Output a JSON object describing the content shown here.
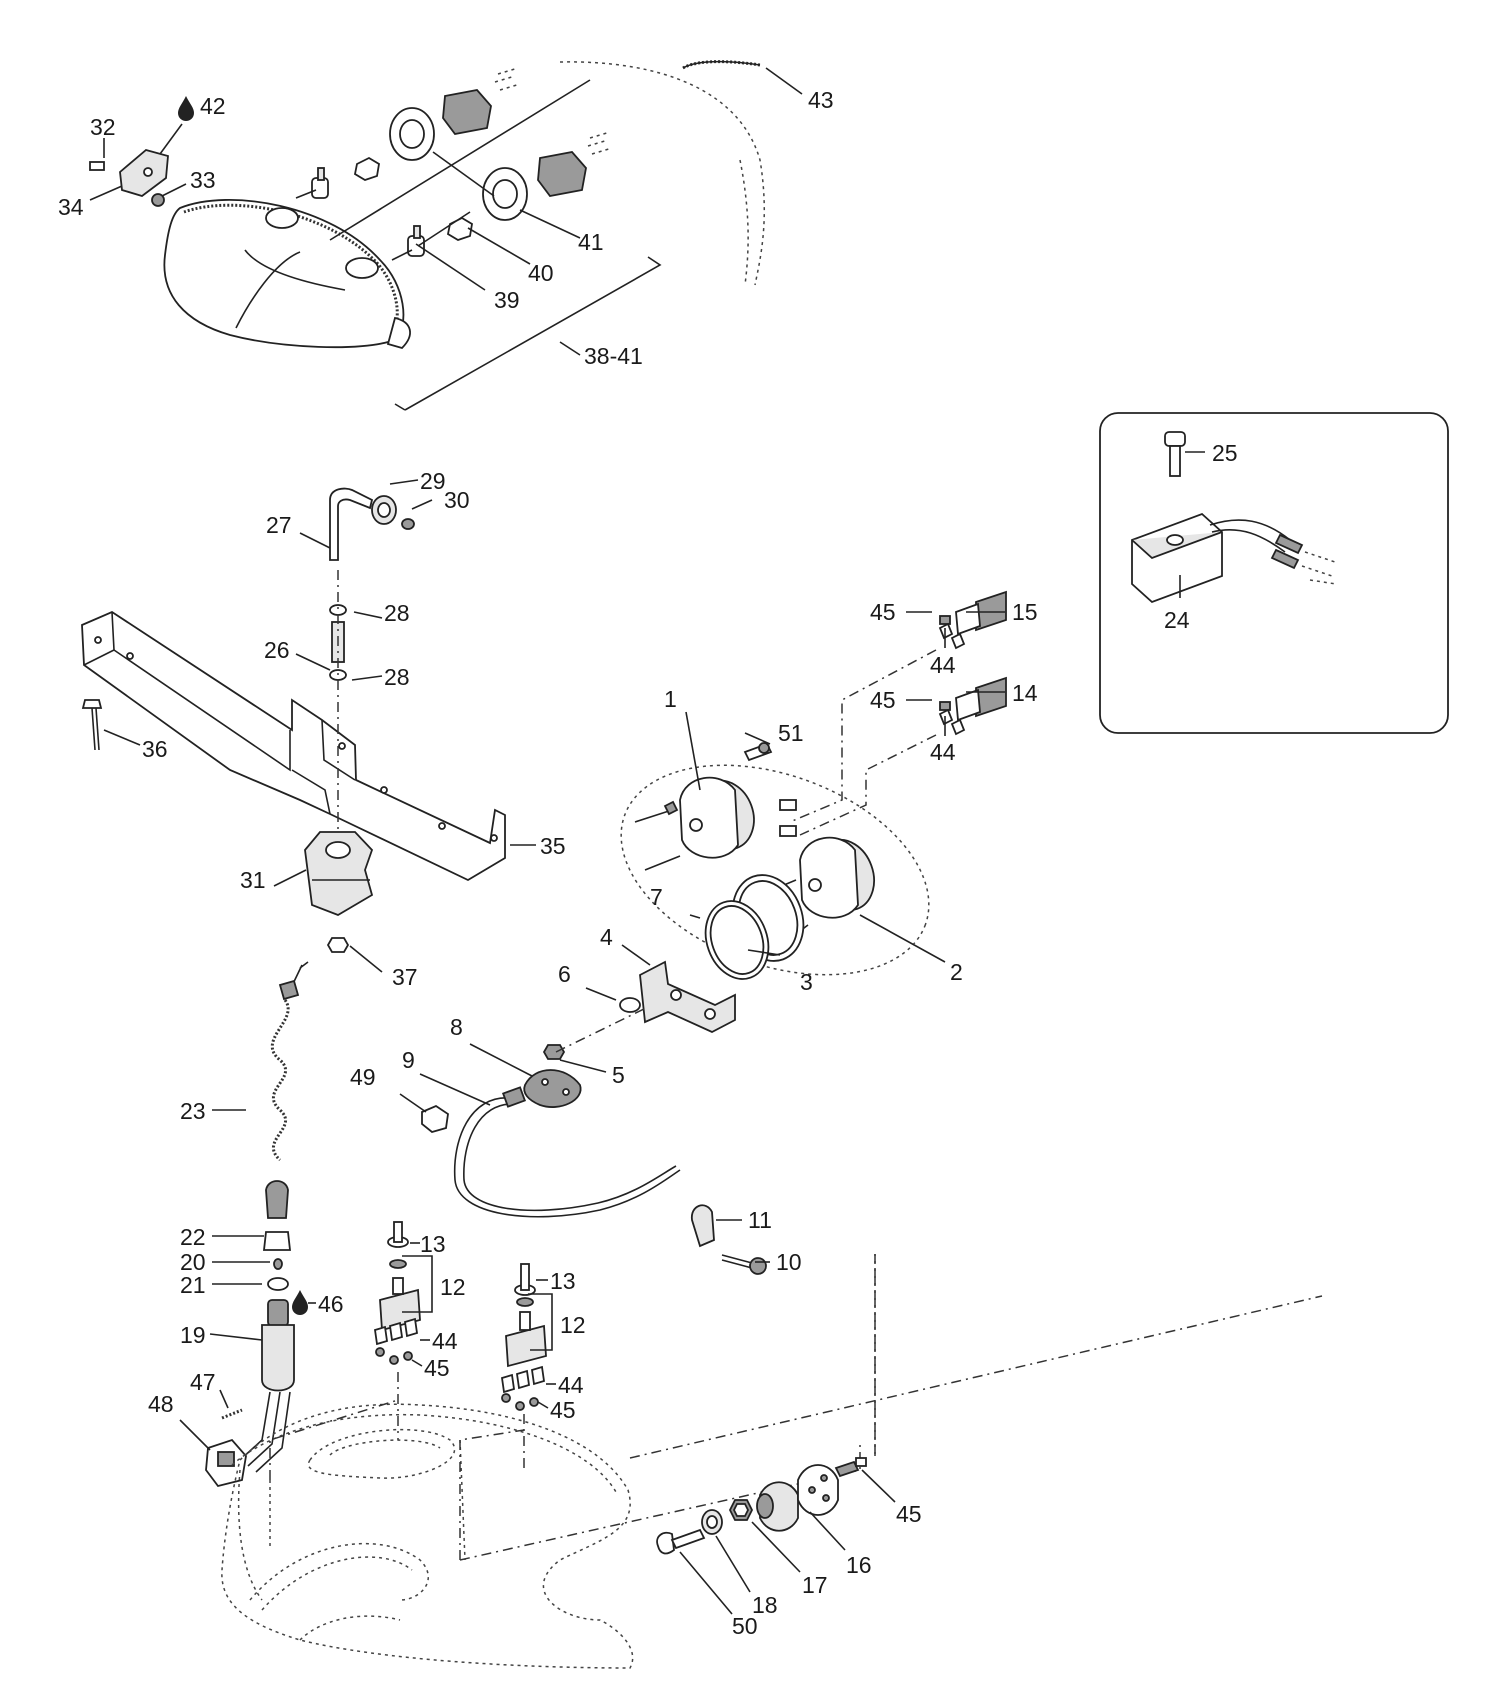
{
  "callouts": [
    {
      "id": "c1",
      "text": "1"
    },
    {
      "id": "c2",
      "text": "2"
    },
    {
      "id": "c3",
      "text": "3"
    },
    {
      "id": "c4",
      "text": "4"
    },
    {
      "id": "c5",
      "text": "5"
    },
    {
      "id": "c6",
      "text": "6"
    },
    {
      "id": "c7",
      "text": "7"
    },
    {
      "id": "c8",
      "text": "8"
    },
    {
      "id": "c9",
      "text": "9"
    },
    {
      "id": "c10",
      "text": "10"
    },
    {
      "id": "c11",
      "text": "11"
    },
    {
      "id": "c12a",
      "text": "12"
    },
    {
      "id": "c12b",
      "text": "12"
    },
    {
      "id": "c13a",
      "text": "13"
    },
    {
      "id": "c13b",
      "text": "13"
    },
    {
      "id": "c14",
      "text": "14"
    },
    {
      "id": "c15",
      "text": "15"
    },
    {
      "id": "c16",
      "text": "16"
    },
    {
      "id": "c17",
      "text": "17"
    },
    {
      "id": "c18",
      "text": "18"
    },
    {
      "id": "c19",
      "text": "19"
    },
    {
      "id": "c20",
      "text": "20"
    },
    {
      "id": "c21",
      "text": "21"
    },
    {
      "id": "c22",
      "text": "22"
    },
    {
      "id": "c23",
      "text": "23"
    },
    {
      "id": "c24",
      "text": "24"
    },
    {
      "id": "c25",
      "text": "25"
    },
    {
      "id": "c26",
      "text": "26"
    },
    {
      "id": "c27",
      "text": "27"
    },
    {
      "id": "c28a",
      "text": "28"
    },
    {
      "id": "c28b",
      "text": "28"
    },
    {
      "id": "c29",
      "text": "29"
    },
    {
      "id": "c30",
      "text": "30"
    },
    {
      "id": "c31",
      "text": "31"
    },
    {
      "id": "c32",
      "text": "32"
    },
    {
      "id": "c33",
      "text": "33"
    },
    {
      "id": "c34",
      "text": "34"
    },
    {
      "id": "c35",
      "text": "35"
    },
    {
      "id": "c36",
      "text": "36"
    },
    {
      "id": "c37",
      "text": "37"
    },
    {
      "id": "c38",
      "text": "38-41"
    },
    {
      "id": "c39",
      "text": "39"
    },
    {
      "id": "c40",
      "text": "40"
    },
    {
      "id": "c41",
      "text": "41"
    },
    {
      "id": "c42",
      "text": "42"
    },
    {
      "id": "c43",
      "text": "43"
    },
    {
      "id": "c44a",
      "text": "44"
    },
    {
      "id": "c44b",
      "text": "44"
    },
    {
      "id": "c44c",
      "text": "44"
    },
    {
      "id": "c44d",
      "text": "44"
    },
    {
      "id": "c45a",
      "text": "45"
    },
    {
      "id": "c45b",
      "text": "45"
    },
    {
      "id": "c45c",
      "text": "45"
    },
    {
      "id": "c45d",
      "text": "45"
    },
    {
      "id": "c45e",
      "text": "45"
    },
    {
      "id": "c46",
      "text": "46"
    },
    {
      "id": "c47",
      "text": "47"
    },
    {
      "id": "c48",
      "text": "48"
    },
    {
      "id": "c49",
      "text": "49"
    },
    {
      "id": "c50",
      "text": "50"
    },
    {
      "id": "c51",
      "text": "51"
    }
  ],
  "icons": {
    "sealant_drop_42": "liquid-drop-icon",
    "sealant_drop_46": "liquid-drop-icon"
  },
  "colors": {
    "line": "#222222",
    "fill_light": "#e6e6e6",
    "fill_dark": "#9a9a9a"
  }
}
